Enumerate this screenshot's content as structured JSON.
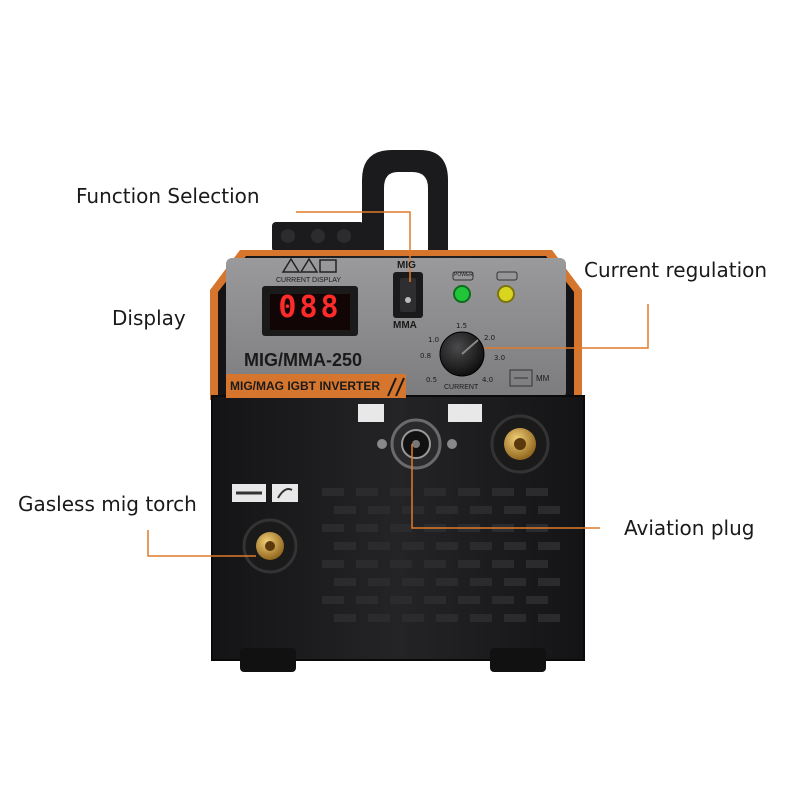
{
  "callouts": {
    "function_selection": "Function Selection",
    "current_regulation": "Current regulation",
    "display": "Display",
    "gasless_mig_torch": "Gasless mig torch",
    "aviation_plug": "Aviation plug"
  },
  "panel": {
    "current_display_label": "CURRENT DISPLAY",
    "display_reading": "088",
    "switch_top_label": "MIG",
    "switch_bottom_label": "MMA",
    "power_label": "POWER",
    "model_name": "MIG/MMA-250",
    "model_subtitle": "MIG/MAG IGBT INVERTER",
    "knob_label": "CURRENT",
    "knob_scale": [
      "0.5",
      "0.8",
      "1.0",
      "1.5",
      "2.0",
      "3.0",
      "4.0"
    ],
    "wire_unit": "MM"
  },
  "colors": {
    "body": "#1c1c1e",
    "panel": "#8d8d8f",
    "accent_orange": "#d6762e",
    "callout_line": "#e07a2a",
    "display_red": "#ff2a2a",
    "power_led": "#22c43a",
    "warning_led": "#d9d51e",
    "brass": "#c99a3a"
  },
  "icons": {
    "handle": "carry-handle",
    "warning": "warning-triangle-icon",
    "mig_torch": "mig-torch-icon",
    "electrode": "electrode-holder-icon"
  }
}
